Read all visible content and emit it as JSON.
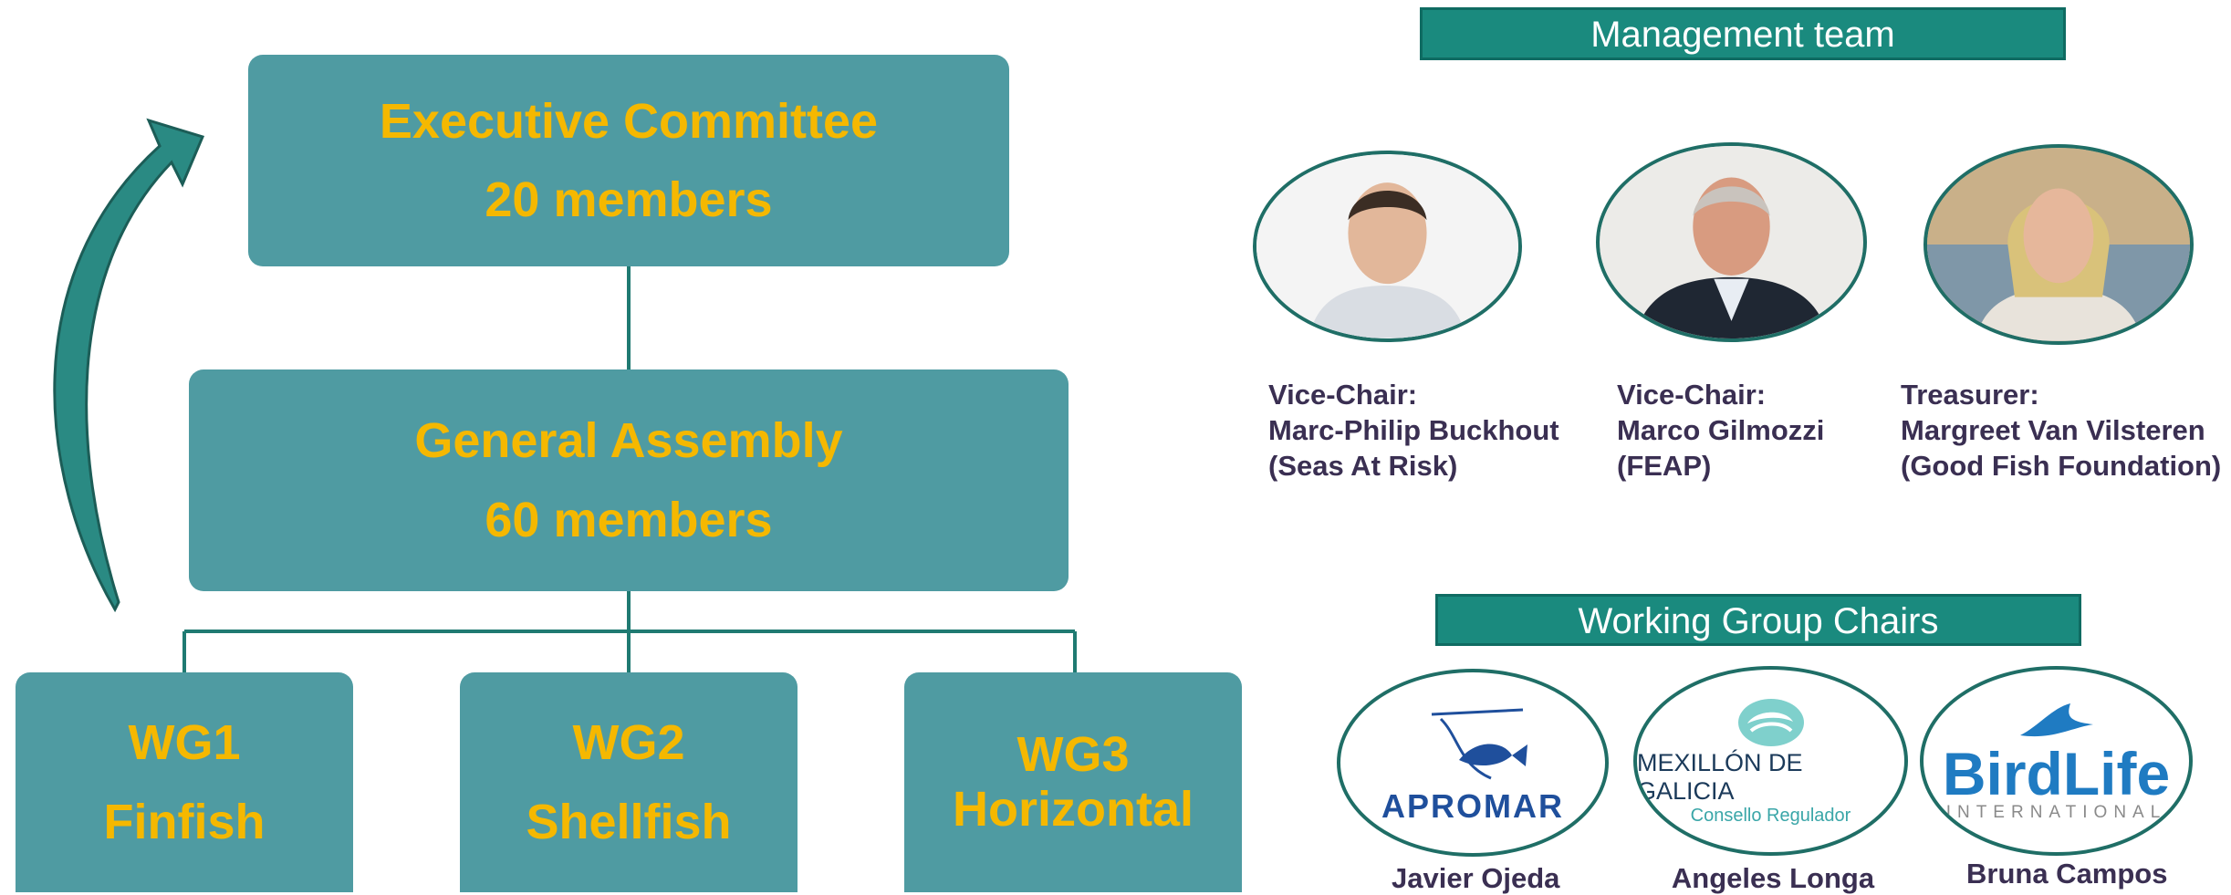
{
  "org_chart": {
    "executive": {
      "title": "Executive Committee",
      "count": "20 members"
    },
    "assembly": {
      "title": "General Assembly",
      "count": "60 members"
    },
    "working_groups": [
      {
        "code": "WG1",
        "name": "Finfish"
      },
      {
        "code": "WG2",
        "name": "Shellfish"
      },
      {
        "code": "WG3",
        "name": "Horizontal"
      }
    ]
  },
  "management": {
    "banner": "Management team",
    "members": [
      {
        "role": "Vice-Chair:",
        "name": "Marc-Philip Buckhout",
        "org": "(Seas At Risk)"
      },
      {
        "role": "Vice-Chair:",
        "name": "Marco Gilmozzi",
        "org": "(FEAP)"
      },
      {
        "role": "Treasurer:",
        "name": "Margreet Van Vilsteren",
        "org": "(Good Fish Foundation)"
      }
    ]
  },
  "wg_chairs": {
    "banner": "Working Group Chairs",
    "chairs": [
      {
        "name": "Javier Ojeda",
        "logo_icon": "apromar-logo",
        "logo_text": "APROMAR"
      },
      {
        "name": "Angeles Longa",
        "logo_icon": "mexillon-de-galicia-logo",
        "logo_text": "MEXILLÓN DE GALICIA",
        "logo_subtext": "Consello Regulador"
      },
      {
        "name": "Bruna Campos",
        "logo_icon": "birdlife-logo",
        "logo_text": "BirdLife",
        "logo_subtext": "INTERNATIONAL"
      }
    ]
  },
  "colors": {
    "box_fill": "#4f9ba2",
    "box_text": "#f5b800",
    "banner_fill": "#1a8a7e",
    "connector": "#1f7a72",
    "name_text": "#3a2f52"
  }
}
